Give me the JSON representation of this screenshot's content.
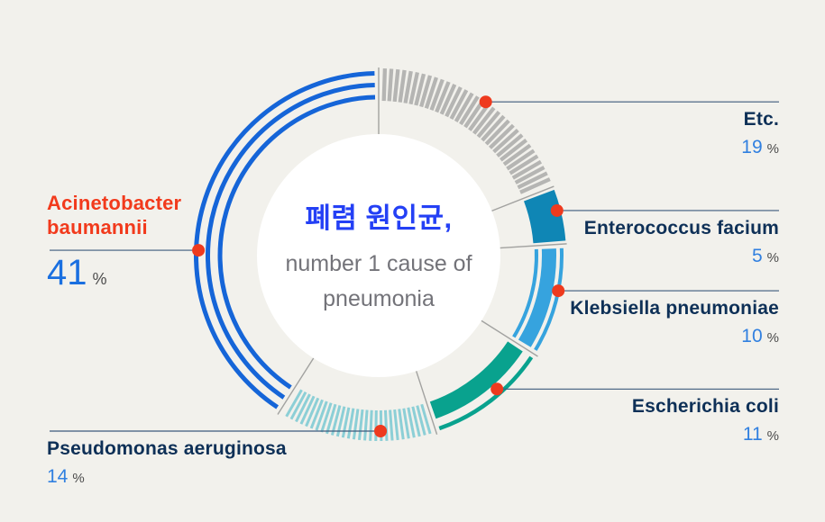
{
  "chart_data": {
    "type": "donut",
    "center": {
      "title": "폐렴 원인균,",
      "subtitle_line1": "number 1 cause of",
      "subtitle_line2": "pneumonia"
    },
    "unit": "%",
    "total_percent": 100,
    "start_angle_deg": 0,
    "direction": "clockwise",
    "segments": [
      {
        "id": "etc",
        "label": "Etc.",
        "value": 19,
        "style": "hatch-thick",
        "color": "#b5b5b3"
      },
      {
        "id": "enterococcus",
        "label": "Enterococcus facium",
        "value": 5,
        "style": "solid",
        "color": "#0f86b5"
      },
      {
        "id": "klebsiella",
        "label": "Klebsiella pneumoniae",
        "value": 10,
        "style": "thin-thick-thin",
        "color": "#36a3de"
      },
      {
        "id": "escherichia",
        "label": "Escherichia coli",
        "value": 11,
        "style": "thick-thin",
        "color": "#09a28e"
      },
      {
        "id": "pseudomonas",
        "label": "Pseudomonas aeruginosa",
        "value": 14,
        "style": "hatch-thin",
        "color": "#8ccfd6"
      },
      {
        "id": "acinetobacter",
        "label": "Acinetobacter baumannii",
        "value": 41,
        "style": "triple-line",
        "color": "#1565d8",
        "highlighted": true
      }
    ],
    "colors": {
      "background": "#f2f1ec",
      "highlight_red": "#f23a1c",
      "callout_dot": "#ee3a1e",
      "label_name": "#0e3057",
      "value_number": "#3180e0",
      "percent_sign": "#4c4c4c",
      "leader_line": "#3d5a7c",
      "divider": "#a2a2a0",
      "center_title": "#2440f5",
      "center_subtitle": "#737379",
      "center_disc": "#ffffff"
    }
  }
}
